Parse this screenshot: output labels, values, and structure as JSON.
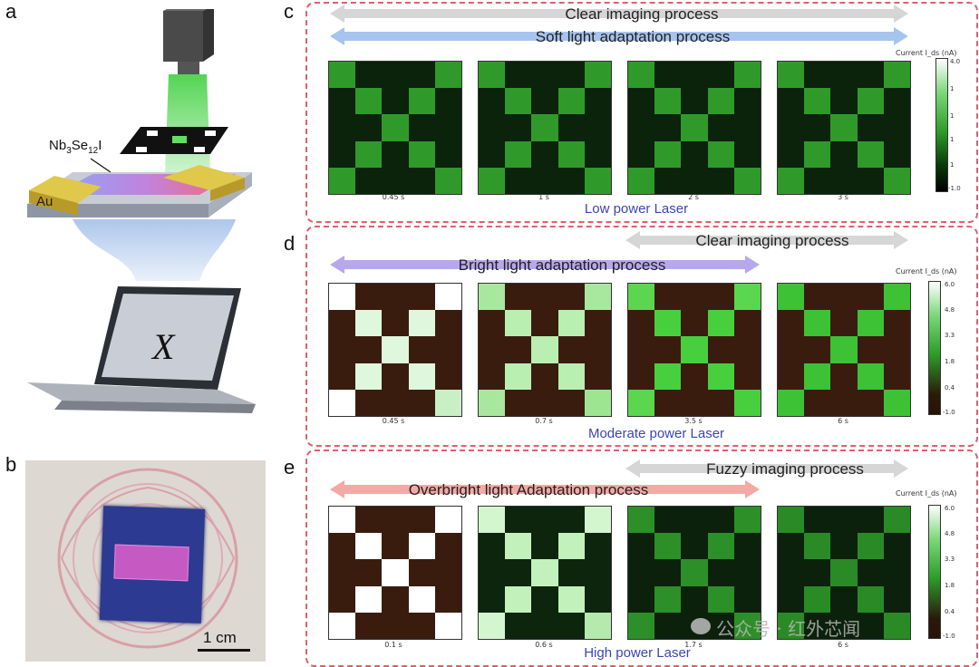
{
  "panel_labels": {
    "a": "a",
    "b": "b",
    "c": "c",
    "d": "d",
    "e": "e"
  },
  "panel_a": {
    "material": "Nb3Se12I",
    "electrode": "Au",
    "screen_glyph": "X"
  },
  "panel_b": {
    "scale_bar": "1 cm"
  },
  "panel_c": {
    "arrows": [
      "Clear imaging process",
      "Soft light adaptation process"
    ],
    "times": [
      "0.45 s",
      "1 s",
      "2 s",
      "3 s"
    ],
    "laser": "Low power Laser",
    "colorbar_title": "Current I_ds (nA)",
    "colorbar_ticks": [
      "4.0",
      "1",
      "1",
      "1",
      "1",
      "-1.0"
    ]
  },
  "panel_d": {
    "arrows": [
      "Clear imaging process",
      "Bright light adaptation process"
    ],
    "times": [
      "0.45 s",
      "0.7 s",
      "3.5 s",
      "6 s"
    ],
    "laser": "Moderate power Laser",
    "colorbar_title": "Current I_ds (nA)",
    "colorbar_ticks": [
      "6.0",
      "4.8",
      "3.3",
      "1.8",
      "0.4",
      "-1.0"
    ]
  },
  "panel_e": {
    "arrows": [
      "Fuzzy imaging process",
      "Overbright light Adaptation process"
    ],
    "times": [
      "0.1 s",
      "0.6 s",
      "1.7 s",
      "6 s"
    ],
    "laser": "High power Laser",
    "colorbar_title": "Current I_ds (nA)",
    "colorbar_ticks": [
      "6.0",
      "4.8",
      "3.3",
      "1.8",
      "0.4",
      "-1.0"
    ]
  },
  "watermark": "公众号 · 红外芯闻",
  "colors": {
    "panel_border": "#e0606a",
    "arrow_gray": "#d6d6d6",
    "arrow_blue": "#a7c4ee",
    "arrow_purple": "#b7a8ee",
    "arrow_red": "#f3aaa5",
    "laser_text": "#3b45b8",
    "dark_green_bg": "#0c210c",
    "brown_bg": "#3a1c0e"
  },
  "heatmaps": {
    "c": [
      {
        "bg": "#0b220b",
        "on": "#2f9a2a"
      },
      {
        "bg": "#0b220b",
        "on": "#2f9a2a"
      },
      {
        "bg": "#0b220b",
        "on": "#2f9a2a"
      },
      {
        "bg": "#0b220b",
        "on": "#2f9a2a"
      }
    ],
    "d": [
      {
        "bg": "#3a1c0e",
        "on": "#dff7dc",
        "corner": "#ffffff",
        "cornerBR": "#c8f0c4"
      },
      {
        "bg": "#3a1c0e",
        "on": "#b9efb0",
        "corner": "#a8e79e",
        "cornerBR": "#9ee592"
      },
      {
        "bg": "#3a1c0e",
        "on": "#48cf3e",
        "corner": "#5ad64f",
        "cornerBR": "#48cf3e"
      },
      {
        "bg": "#3a1c0e",
        "on": "#3cc234",
        "corner": "#3cc234",
        "cornerBR": "#3cc234"
      }
    ],
    "e": [
      {
        "bg": "#3a1c0e",
        "on": "#ffffff",
        "corner": "#ffffff",
        "cornerBR": "#ffffff"
      },
      {
        "bg": "#0d240d",
        "on": "#c2f1bb",
        "corner": "#d4f6cf",
        "cornerBR": "#b4eaab"
      },
      {
        "bg": "#0c210c",
        "on": "#2c8f28",
        "corner": "#2c8f28",
        "cornerBR": "#2c8f28"
      },
      {
        "bg": "#0c210c",
        "on": "#2a8a26",
        "corner": "#2a8a26",
        "cornerBR": "#2a8a26"
      }
    ]
  }
}
